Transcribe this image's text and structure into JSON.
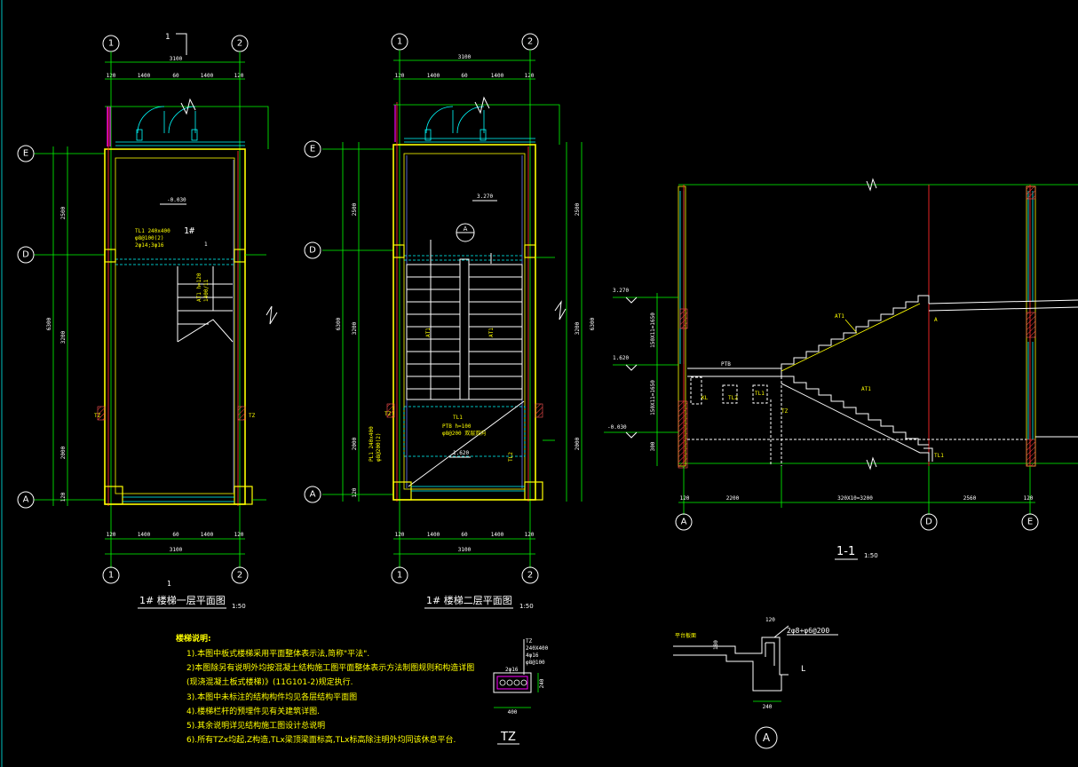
{
  "plan1": {
    "title": "1# 楼梯一层平面图",
    "scale": "1:50",
    "axis_top": [
      "1",
      "2"
    ],
    "axis_left": [
      "E",
      "D",
      "A"
    ],
    "section_mark": "1",
    "dim_total_w": "3100",
    "dim_parts_w": [
      "120",
      "1400",
      "60",
      "1400",
      "120"
    ],
    "dim_left_total": "6300",
    "dim_left_parts": [
      "2500",
      "3200",
      "2000",
      "120"
    ],
    "level": "-0.030",
    "stair_no": "1#",
    "beam_tl1": "TL1 240x400",
    "beam_tl1_b": "φ8@100(2)",
    "beam_tl1_c": "2φ14;3φ16",
    "stair_label": "AT1 h=120",
    "stair_label_b": "1400/11",
    "col_tz": "TZ",
    "cut_mark": "1"
  },
  "plan2": {
    "title": "1# 楼梯二层平面图",
    "scale": "1:50",
    "axis_top": [
      "1",
      "2"
    ],
    "axis_left": [
      "E",
      "D",
      "A"
    ],
    "dim_total_w": "3100",
    "dim_parts_w": [
      "120",
      "1400",
      "60",
      "1400",
      "120"
    ],
    "dim_left_total": "6300",
    "dim_left_parts": [
      "2500",
      "3200",
      "2000",
      "120"
    ],
    "dim_right_parts": [
      "2500",
      "3200",
      "2000"
    ],
    "level_top": "3.270",
    "level_mid": "1.620",
    "detail_mark": "A",
    "at1": "AT1",
    "pt_label_a": "PTB h=100",
    "pt_label_b": "φ8@200 双层双向",
    "tl1": "TL1",
    "tl2": "TL2",
    "tz": "TZ",
    "pt_left_a": "PL1 240x400",
    "pt_left_b": "φ8@200(2)"
  },
  "section": {
    "title": "1-1",
    "scale": "1:50",
    "axes": [
      "A",
      "D",
      "E"
    ],
    "levels": [
      "3.270",
      "1.620",
      "-0.030"
    ],
    "height_dims": [
      "150X11=1650",
      "150X11=1650",
      "300"
    ],
    "bottom_dims": [
      "120",
      "2200",
      "320X10=3200",
      "2560",
      "120"
    ],
    "labels": {
      "at1_top": "AT1",
      "at1_bot": "AT1",
      "ptb": "PTB",
      "kl": "KL",
      "tl2": "TL2",
      "tl1a": "TL1",
      "tl1b": "TL1",
      "tz": "TZ",
      "a": "A"
    }
  },
  "notes": {
    "heading": "楼梯说明:",
    "items": [
      "1).本图中板式楼梯采用平面整体表示法,简称\"平法\".",
      "2)本图除另有说明外均按混凝土结构施工图平面整体表示方法制图规则和构造详图",
      "  (现浇混凝土板式楼梯)》(11G101-2)规定执行.",
      "3).本图中未标注的结构构件均见各层结构平面图",
      "4).楼梯栏杆的预埋件见有关建筑详图.",
      "5).其余说明详见结构施工图设计总说明",
      "6).所有TZx均起,Z构造,TLx梁顶梁面标高,TLx标高除注明外均同该休息平台."
    ]
  },
  "tz_detail": {
    "title": "TZ",
    "spec": [
      "TZ",
      "240X400",
      "4φ16",
      "φ8@100"
    ],
    "bar_label": "2φ16",
    "dim_w": "400",
    "dim_h": "240"
  },
  "a_detail": {
    "label": "A",
    "rebar": "2φ8+φ6@200",
    "ground": "平台板面",
    "dim_top": "120",
    "dim_h": "180",
    "dim_b": "240",
    "mark": "L"
  },
  "colors": {
    "background": "#000000",
    "axis": "#00ff00",
    "wall": "#ffff00",
    "grid": "#ff2a2a",
    "window": "#00ffff",
    "text": "#ffffff"
  }
}
